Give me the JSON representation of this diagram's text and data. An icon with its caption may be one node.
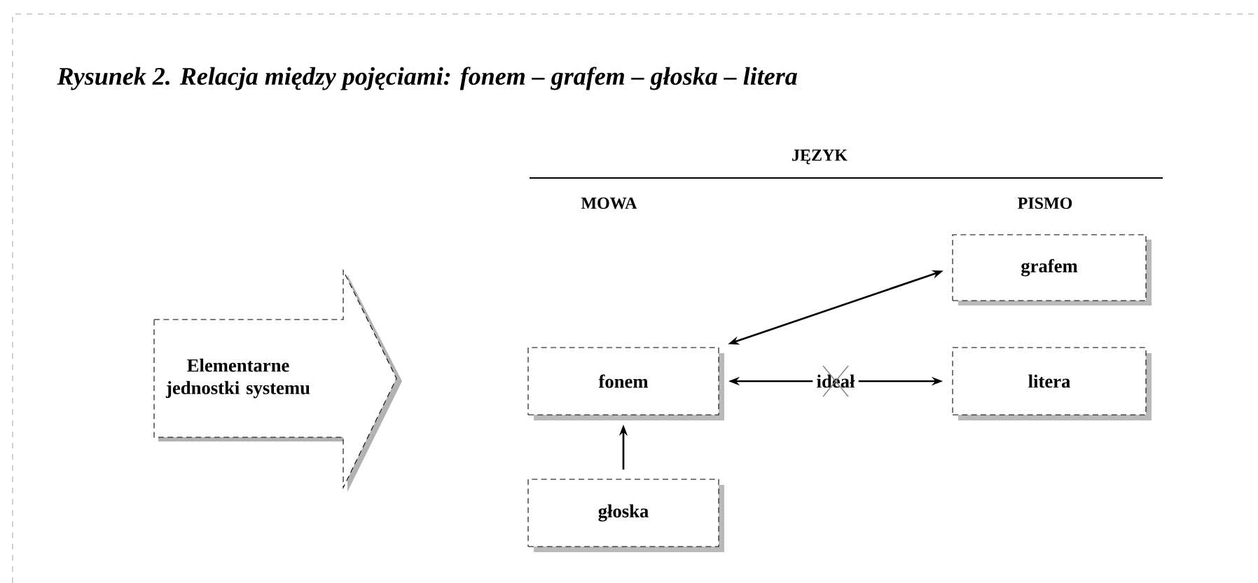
{
  "diagram": {
    "title": "Rysunek 2. Relacja między pojęciami: fonem – grafem – głoska – litera",
    "nodes": [
      {
        "text": [
          "Elementarne jednostki systemu"
        ]
      },
      {
        "text": [
          "grafem"
        ]
      },
      {
        "text": [
          "fonem"
        ]
      },
      {
        "text": [
          "litera"
        ]
      },
      {
        "text": [
          "głoska"
        ]
      }
    ],
    "edges": [
      {
        "from": 2,
        "to": 1,
        "arrow": "both"
      },
      {
        "from": 2,
        "to": 3,
        "arrow": "both",
        "label": "ideał"
      },
      {
        "from": 4,
        "to": 2,
        "arrow": "to"
      }
    ],
    "labels": [
      "JĘZYK",
      "MOWA",
      "PISMO"
    ]
  }
}
